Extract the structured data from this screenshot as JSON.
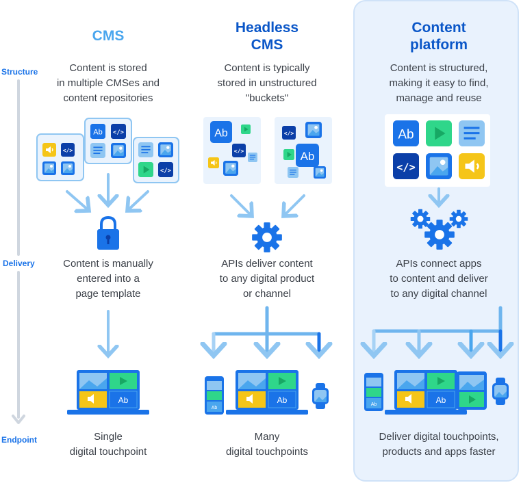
{
  "stages": {
    "structure": "Structure",
    "delivery": "Delivery",
    "endpoint": "Endpoint"
  },
  "columns": {
    "cms": {
      "title": "CMS",
      "structure_text": "Content is stored\nin multiple CMSes and\ncontent repositories",
      "delivery_text": "Content is manually\nentered into a\npage template",
      "endpoint_text": "Single\ndigital touchpoint"
    },
    "headless": {
      "title": "Headless\nCMS",
      "structure_text": "Content is typically\nstored in unstructured\n\"buckets\"",
      "delivery_text": "APIs deliver content\nto any digital product\nor channel",
      "endpoint_text": "Many\ndigital touchpoints"
    },
    "platform": {
      "title": "Content\nplatform",
      "structure_text": "Content is structured,\nmaking it easy to find,\nmanage and reuse",
      "delivery_text": "APIs connect apps\nto content and deliver\nto any digital channel",
      "endpoint_text": "Deliver digital touchpoints,\nproducts and apps faster"
    }
  },
  "tile_labels": {
    "text_tile": "Ab",
    "code_tile": "</>"
  },
  "colors": {
    "accent_dark": "#0b57c8",
    "accent_light": "#4aa6ee",
    "arrow_light": "#8fc6f2",
    "tile_yellow": "#f5c518",
    "tile_green": "#2fd68a",
    "tile_blue": "#1a73e8",
    "panel_bg": "#e9f2fd"
  },
  "icons": [
    "lock-icon",
    "gear-icon",
    "laptop-icon",
    "phone-icon",
    "watch-icon",
    "tablet-icon",
    "image-icon",
    "play-icon",
    "audio-icon",
    "document-icon",
    "code-icon"
  ]
}
